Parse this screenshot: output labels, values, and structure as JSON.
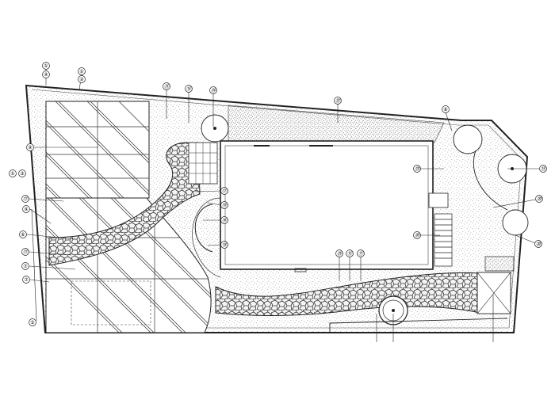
{
  "diagram": {
    "kind": "landscape site plan",
    "line_color": "#222222",
    "gravel_color": "#8a8a8a",
    "paving_color": "#555555",
    "callouts": [
      {
        "id": "c-top-left-1",
        "label": "①"
      },
      {
        "id": "c-top-left-2",
        "label": "④"
      },
      {
        "id": "c-top-1",
        "label": "①"
      },
      {
        "id": "c-top-2",
        "label": "②"
      },
      {
        "id": "c-lawn-top",
        "label": "㉑"
      },
      {
        "id": "c-path-top",
        "label": "⑭"
      },
      {
        "id": "c-tree-top",
        "label": "㉔"
      },
      {
        "id": "c-strip-top",
        "label": "㉒"
      },
      {
        "id": "c-right-top",
        "label": "⑧"
      },
      {
        "id": "c-left-a",
        "label": "①"
      },
      {
        "id": "c-left-b",
        "label": "③"
      },
      {
        "id": "c-left-c",
        "label": "④"
      },
      {
        "id": "c-pergola",
        "label": "④"
      },
      {
        "id": "c-left-d",
        "label": "⑰"
      },
      {
        "id": "c-left-e",
        "label": "⑥"
      },
      {
        "id": "c-left-f",
        "label": "⑰"
      },
      {
        "id": "c-left-g",
        "label": "⑦"
      },
      {
        "id": "c-left-h",
        "label": "⑦"
      },
      {
        "id": "c-bottom-left",
        "label": "⑤"
      },
      {
        "id": "c-path-mid-1",
        "label": "⑰"
      },
      {
        "id": "c-path-mid-2",
        "label": "⑲"
      },
      {
        "id": "c-arc-1",
        "label": "⑯"
      },
      {
        "id": "c-arc-2",
        "label": "⑱"
      },
      {
        "id": "c-house-right",
        "label": "㉓"
      },
      {
        "id": "c-steps",
        "label": "㉖"
      },
      {
        "id": "c-tree-right",
        "label": "⑮"
      },
      {
        "id": "c-right-mid",
        "label": "⑳"
      },
      {
        "id": "c-right-low",
        "label": "⑳"
      },
      {
        "id": "c-bottom-1",
        "label": "㉕"
      },
      {
        "id": "c-bottom-2",
        "label": "⑫"
      },
      {
        "id": "c-bottom-3",
        "label": "⑪"
      }
    ]
  }
}
